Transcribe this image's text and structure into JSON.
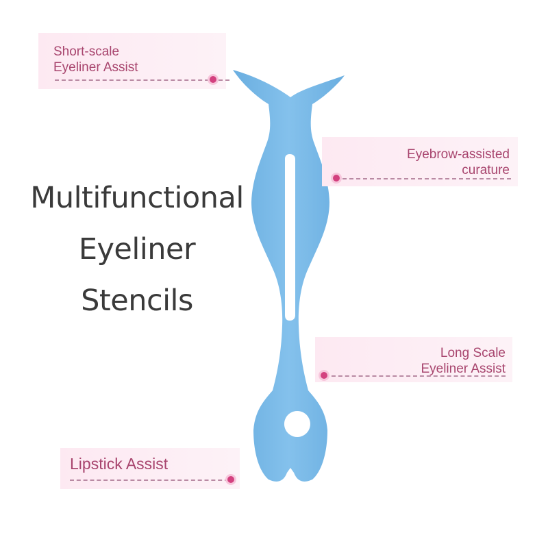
{
  "headline": {
    "line1": "Multifunctional",
    "line2": "Eyeliner",
    "line3": "Stencils"
  },
  "labels": {
    "short_scale": {
      "line1": "Short-scale",
      "line2": "Eyeliner Assist"
    },
    "eyebrow": {
      "line1": "Eyebrow-assisted",
      "line2": "curature"
    },
    "long_scale": {
      "line1": "Long Scale",
      "line2": "Eyeliner Assist"
    },
    "lipstick": {
      "line1": "Lipstick Assist"
    }
  },
  "colors": {
    "stencil": "#79b9e6",
    "label_text": "#a8456e",
    "label_bg": "#fde9f2",
    "accent_dot": "#d3417f"
  }
}
